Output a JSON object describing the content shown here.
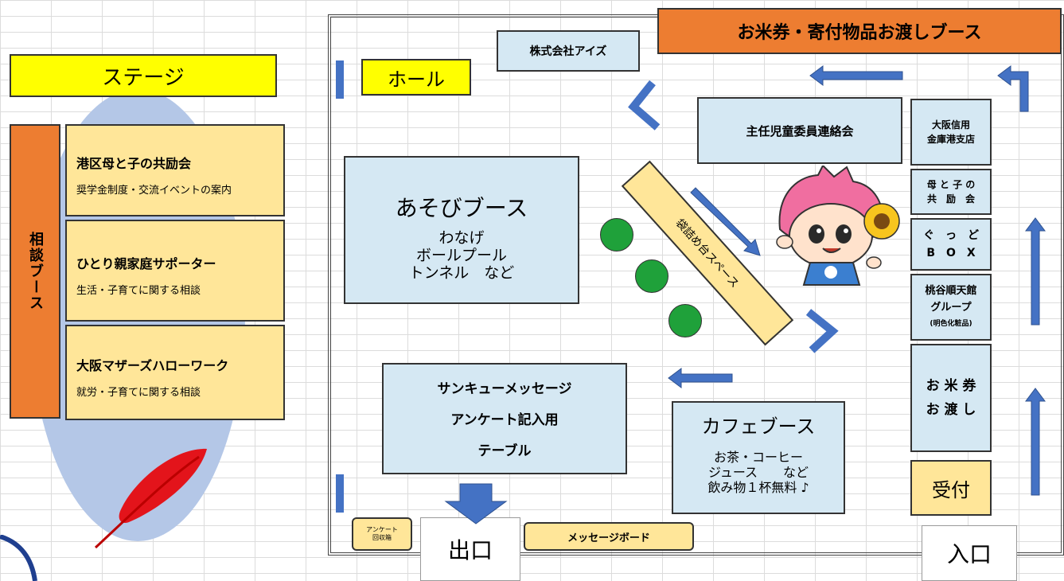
{
  "stage": {
    "title": "ステージ",
    "side_label": "相談ブース",
    "booths": [
      {
        "name": "港区母と子の共励会",
        "desc": "奨学金制度・交流イベントの案内"
      },
      {
        "name": "ひとり親家庭サポーター",
        "desc": "生活・子育てに関する相談"
      },
      {
        "name": "大阪マザーズハローワーク",
        "desc": "就労・子育てに関する相談"
      }
    ]
  },
  "hall": {
    "label": "ホール",
    "company": "株式会社アイズ",
    "rice_banner": "お米券・寄付物品お渡しブース",
    "play": {
      "title": "あそびブース",
      "lines": [
        "わなげ",
        "ボールプール",
        "トンネル　など"
      ]
    },
    "packing": "袋詰め台スペース",
    "council": "主任児童委員連絡会",
    "thanks": [
      "サンキューメッセージ",
      "アンケート記入用",
      "テーブル"
    ],
    "cafe": {
      "title": "カフェブース",
      "lines": [
        "お茶・コーヒー",
        "ジュース　　など",
        "飲み物１杯無料 ♪"
      ]
    },
    "right_booths": [
      {
        "lines": [
          "大阪信用",
          "金庫港支店"
        ]
      },
      {
        "lines": [
          "母 と 子 の",
          "共　励　会"
        ]
      },
      {
        "lines": [
          "ぐ　っ　ど",
          "B　O　X"
        ]
      },
      {
        "lines": [
          "桃谷順天館",
          "グループ",
          "(明色化粧品)"
        ]
      },
      {
        "lines": [
          "お 米 券",
          "お 渡 し"
        ]
      }
    ],
    "reception": "受付",
    "survey_box": [
      "アンケート",
      "回収箱"
    ],
    "message_board": "メッセージボード",
    "exit": "出口",
    "entrance": "入口"
  },
  "colors": {
    "orange": "#ed7d31",
    "yellow": "#ffff00",
    "cream": "#ffe699",
    "light_blue": "#d5e8f3",
    "arrow_blue": "#4472c4",
    "green": "#1fa13a",
    "ellipse": "#b4c7e7",
    "feather": "#e3141b"
  }
}
